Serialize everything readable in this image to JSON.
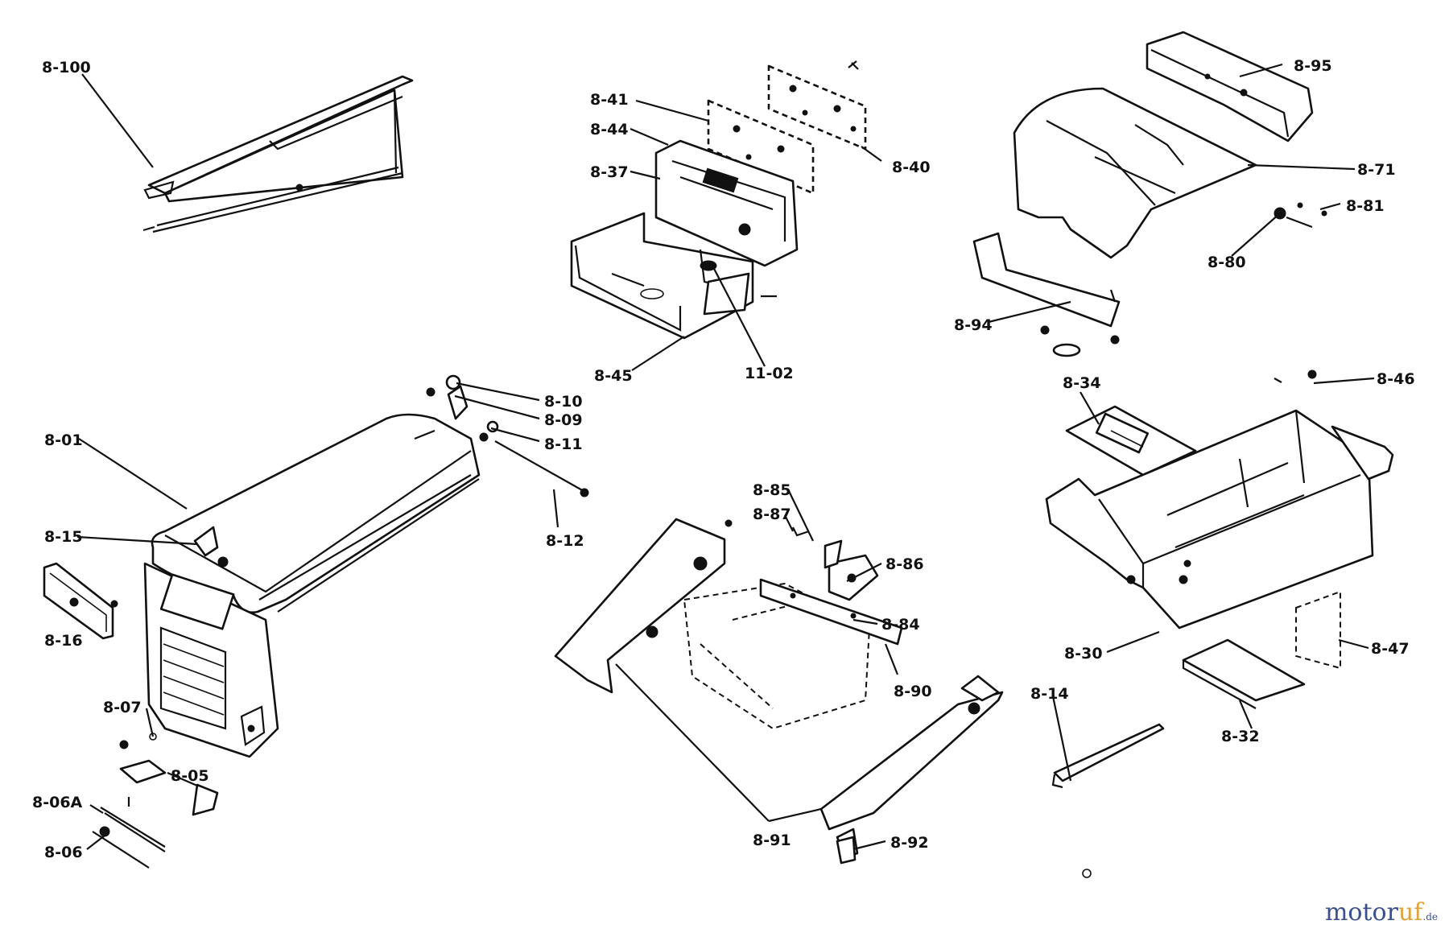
{
  "watermark": {
    "part1": "motor",
    "part2": "uf",
    "part3": ".de",
    "colors": {
      "primary": "#3d4f8f",
      "accent": "#e0a23a"
    }
  },
  "callouts": [
    "8-100",
    "8-41",
    "8-44",
    "8-37",
    "8-40",
    "8-45",
    "11-02",
    "8-95",
    "8-71",
    "8-81",
    "8-80",
    "8-94",
    "8-10",
    "8-09",
    "8-11",
    "8-12",
    "8-01",
    "8-15",
    "8-16",
    "8-07",
    "8-05",
    "8-06A",
    "8-06",
    "8-34",
    "8-46",
    "8-85",
    "8-87",
    "8-86",
    "8-84",
    "8-90",
    "8-30",
    "8-47",
    "8-32",
    "8-14",
    "8-91",
    "8-92"
  ]
}
